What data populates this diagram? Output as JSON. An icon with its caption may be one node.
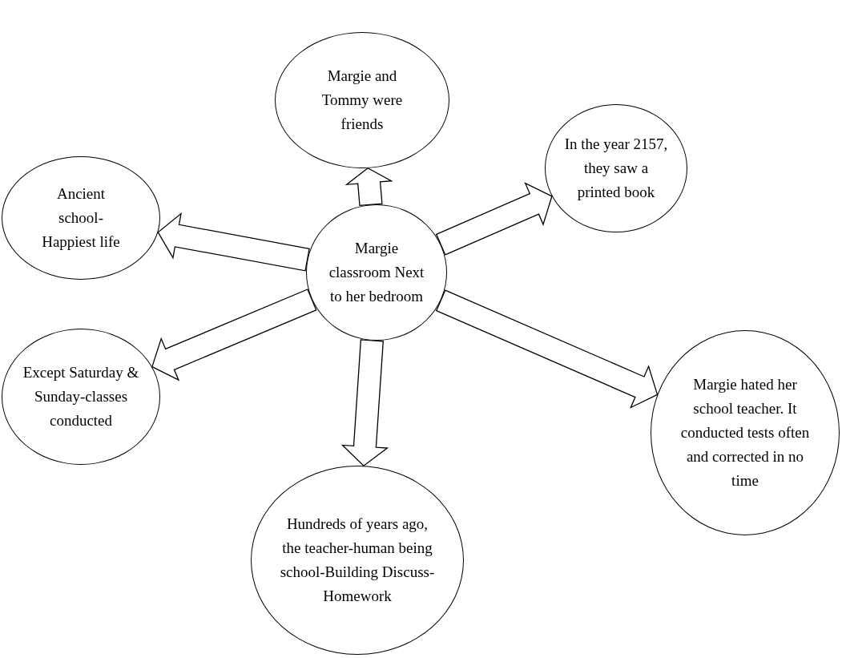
{
  "diagram": {
    "nodes": [
      {
        "text": [
          "Margie and Tommy were friends"
        ]
      },
      {
        "text": [
          "In the year 2157, they saw a printed book"
        ]
      },
      {
        "text": [
          "Ancient school-Happiest life"
        ]
      },
      {
        "text": [
          "Margie classroom Next to her bedroom"
        ]
      },
      {
        "text": [
          "Except Saturday & Sunday-classes conducted"
        ]
      },
      {
        "text": [
          "Margie hated her school teacher. It conducted tests often and corrected in no time"
        ]
      },
      {
        "text": [
          "Hundreds of years ago, the teacher-human being school-Building Discuss-Homework"
        ]
      }
    ],
    "edges": [
      {
        "from": 3,
        "to": 0,
        "arrow": "to"
      },
      {
        "from": 3,
        "to": 1,
        "arrow": "to"
      },
      {
        "from": 3,
        "to": 2,
        "arrow": "to"
      },
      {
        "from": 3,
        "to": 4,
        "arrow": "to"
      },
      {
        "from": 3,
        "to": 5,
        "arrow": "to"
      },
      {
        "from": 3,
        "to": 6,
        "arrow": "to"
      }
    ]
  }
}
